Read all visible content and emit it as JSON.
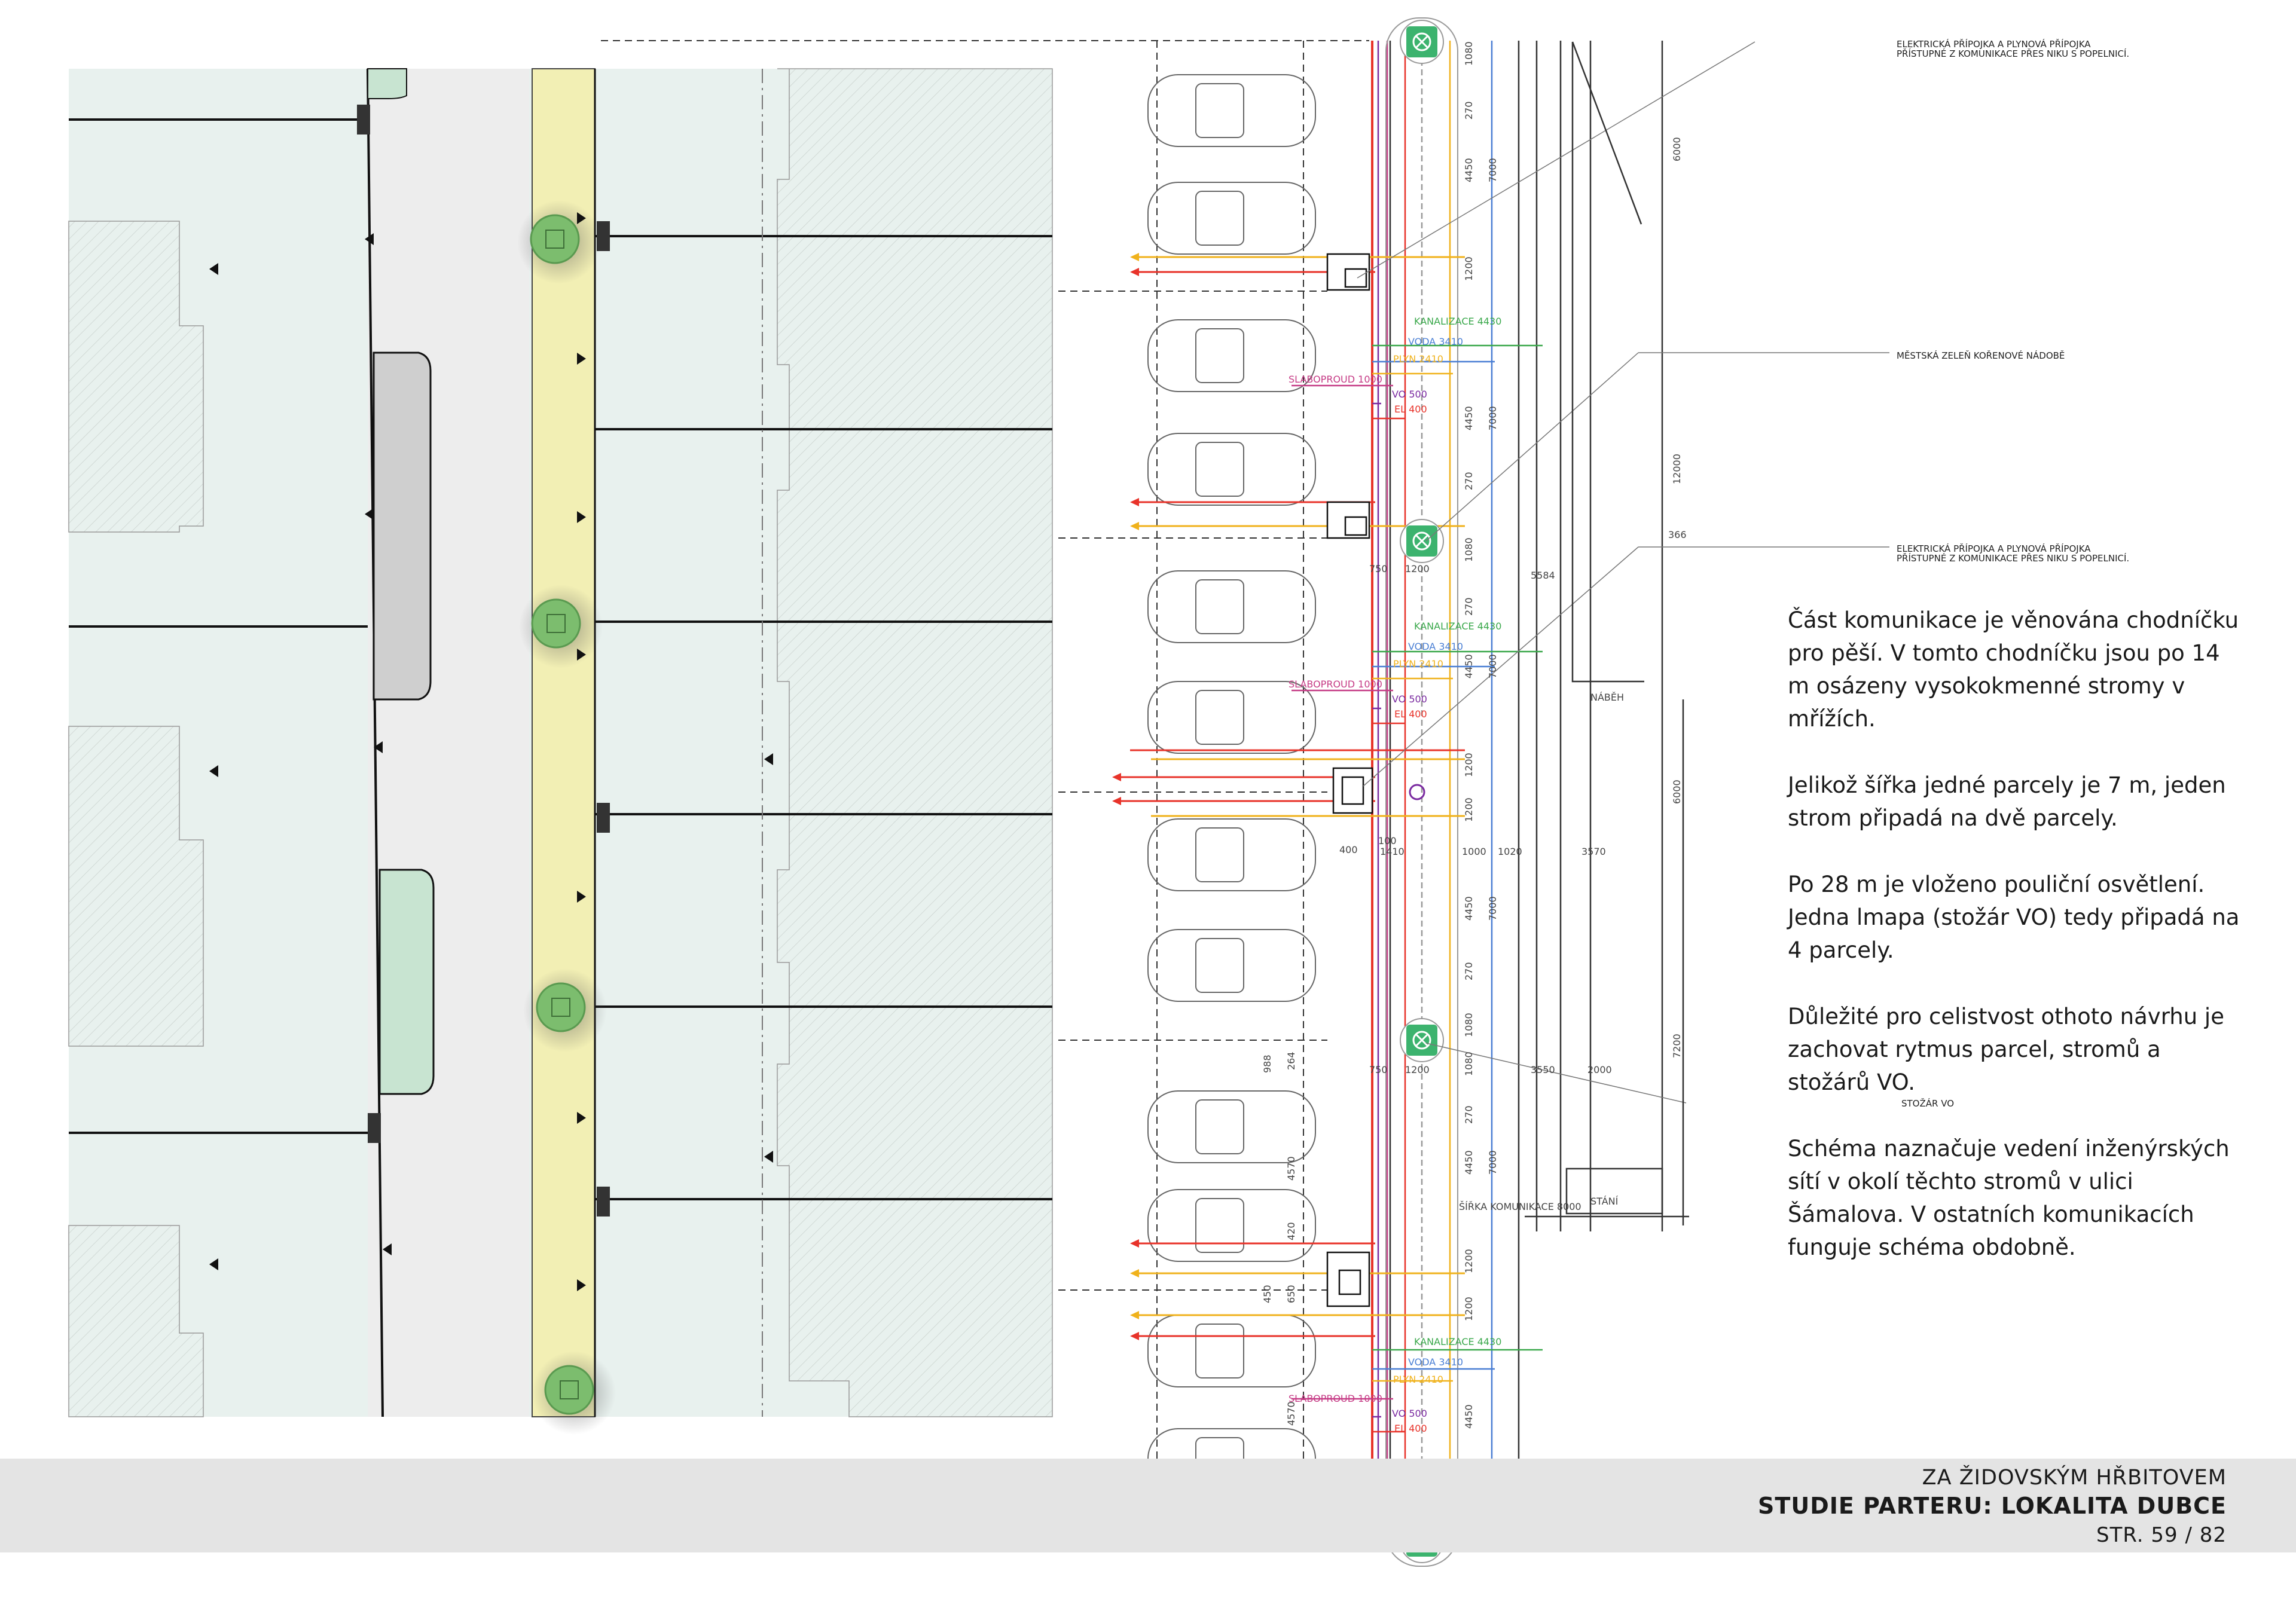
{
  "colors": {
    "parcel_fill": "#e8f1ee",
    "sidewalk": "#f2efb4",
    "tree": "#7cbd6e",
    "lamp": "#3cb36e",
    "kanalizace": "#3aa84b",
    "voda": "#4a7fd4",
    "plyn": "#f0b21c",
    "slaboproud": "#c63c86",
    "vo": "#7a2aa0",
    "el": "#e8332a"
  },
  "annotations": {
    "connection_1": "ELEKTRICKÁ PŘÍPOJKA A PLYNOVÁ PŘÍPOJKA PŘÍSTUPNÉ Z KOMUNIKACE PŘES NIKU S POPELNICÍ.",
    "greenery": "MĚSTSKÁ ZELEŇ KOŘENOVÉ NÁDOBĚ",
    "connection_2": "ELEKTRICKÁ PŘÍPOJKA A PLYNOVÁ PŘÍPOJKA PŘÍSTUPNÉ Z KOMUNIKACE PŘES NIKU S POPELNICÍ.",
    "lamp_post": "STOŽÁR VO"
  },
  "network_labels": {
    "kanalizace": "KANALIZACE 4430",
    "voda": "VODA 3410",
    "plyn": "PLYN 2410",
    "slaboproud": "SLABOPROUD 1000",
    "vo": "VO 500",
    "el": "EL 400"
  },
  "dimensions": {
    "d1080": "1080",
    "d270": "270",
    "d4450": "4450",
    "d7000": "7000",
    "d1200": "1200",
    "d6000": "6000",
    "d12000": "12000",
    "d7200": "7200",
    "d366": "366",
    "d5584": "5584",
    "d750": "750",
    "d400": "400",
    "d100": "100",
    "d1410": "1410",
    "d1000": "1000",
    "d1020": "1020",
    "d3570": "3570",
    "d3550": "3550",
    "d2000": "2000",
    "d988": "988",
    "d264": "264",
    "d4570": "4570",
    "d420": "420",
    "d450": "450",
    "d650": "650"
  },
  "labels": {
    "nabeh": "NÁBĚH",
    "stani": "STÁNÍ",
    "road_width": "ŠÍŘKA KOMUNIKACE 8000"
  },
  "body_paragraphs": [
    "Část komunikace je věnována chodníčku pro pěší. V tomto chodníčku jsou po 14 m osázeny vysokokmenné stromy v mřížích.",
    "Jelikož šířka jedné parcely je 7 m, jeden strom připadá na dvě parcely.",
    "Po 28 m je vloženo pouliční osvětlení. Jedna lmapa (stožár VO) tedy připadá na 4 parcely.",
    "Důležité pro celistvost othoto návrhu je zachovat rytmus parcel, stromů a stožárů VO.",
    "Schéma naznačuje vedení inženýrských sítí v okolí těchto stromů v ulici Šámalova. V ostatních komunikacích funguje schéma obdobně."
  ],
  "footer": {
    "subtitle": "ZA ŽIDOVSKÝM HŘBITOVEM",
    "title": "STUDIE PARTERU: LOKALITA DUBCE",
    "page": "STR. 59 / 82"
  }
}
